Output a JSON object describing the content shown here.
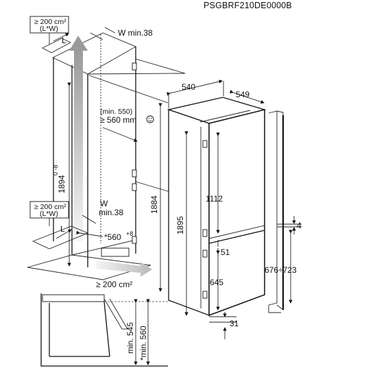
{
  "model_code": "PSGBRF210DE0000B",
  "labels": {
    "vent_top_area": "≥ 200 cm²",
    "vent_top_lw": "(L*W)",
    "w_min_top": "W min.38",
    "l_top": "L",
    "niche_width": "540",
    "niche_depth": "549",
    "min_550": "(min. 550)",
    "ge_560mm": "≥ 560 mm",
    "niche_height": "1894",
    "niche_height_tol": "0 -8",
    "vent_mid_area": "≥ 200 cm²",
    "vent_mid_lw": "(L*W)",
    "w_mid": "W",
    "min38_mid": "min.38",
    "l_mid": "L",
    "depth_560": "*560",
    "depth_560_tol": "+8",
    "bottom_area": "≥ 200 cm²",
    "appliance_1884": "1884",
    "appliance_1895": "1895",
    "fridge_1112": "1112",
    "gap_51": "51",
    "freezer_645": "645",
    "bottom_31": "31",
    "gap_4": "4",
    "door_676_723": "676÷723",
    "min_545": "min. 545",
    "min_560": "*min. 560"
  },
  "colors": {
    "arrow_gradient_start": "#f4f4f4",
    "arrow_gradient_end": "#9a9a9a",
    "line": "#111111"
  },
  "icons": [
    "airflow-up-arrow",
    "airflow-bottom-arrow",
    "worktop-plane-icon",
    "smiley-icon"
  ]
}
